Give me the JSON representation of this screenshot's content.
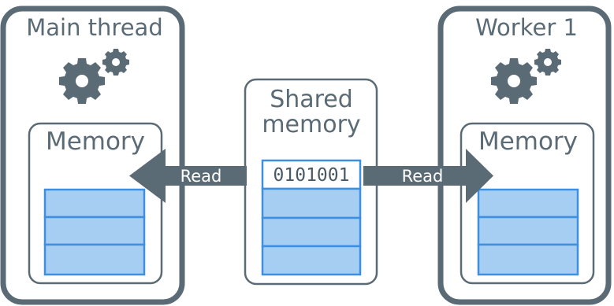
{
  "colors": {
    "outline": "#5b6b75",
    "arrow": "#5b6b75",
    "cell_fill": "#a6cdf2",
    "cell_stroke": "#3f8fe0",
    "gear": "#5b6b75",
    "background": "#ffffff"
  },
  "main_thread": {
    "title": "Main thread",
    "icon": "gears-icon",
    "memory_label": "Memory"
  },
  "shared_memory": {
    "title_line1": "Shared",
    "title_line2": "memory",
    "first_cell_value": "0101001"
  },
  "worker": {
    "title": "Worker 1",
    "icon": "gears-icon",
    "memory_label": "Memory"
  },
  "arrows": {
    "left_label": "Read",
    "right_label": "Read"
  }
}
